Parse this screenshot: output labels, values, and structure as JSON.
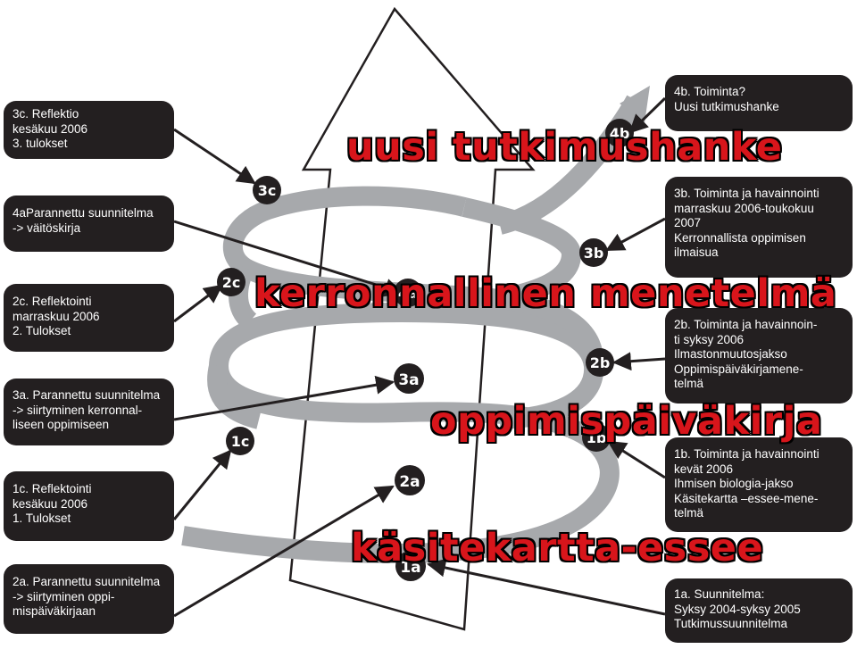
{
  "boxes": {
    "b3c": "3c. Reflektio\nkesäkuu 2006\n3. tulokset",
    "b4a": "4aParannettu suunnitelma\n-> väitöskirja",
    "b2c": "2c. Reflektointi\nmarraskuu 2006\n2. Tulokset",
    "b3a": "3a. Parannettu suunnitelma\n-> siirtyminen kerronnal-\nliseen oppimiseen",
    "b1c": "1c. Reflektointi\nkesäkuu 2006\n1. Tulokset",
    "b2a": "2a. Parannettu suunnitelma\n-> siirtyminen oppi-\nmispäiväkirjaan",
    "b4b": "4b. Toiminta?\nUusi tutkimushanke",
    "b3b": "3b. Toiminta ja havainnointi\nmarraskuu 2006-toukokuu\n2007\nKerronnallista oppimisen\nilmaisua",
    "b2b": "2b. Toiminta ja havainnoin-\nti syksy 2006\nIlmastonmuutosjakso\nOppimispäiväkirjamene-\ntelmä",
    "b1b": "1b. Toiminta ja havainnointi\nkevät 2006\nIhmisen biologia-jakso\nKäsitekartta –essee-mene-\ntelmä",
    "b1a": "1a. Suunnitelma:\nSyksy 2004-syksy 2005\nTutkimussuunnitelma"
  },
  "headings": {
    "h1": "uusi tutkimushanke",
    "h2": "kerronnallinen menetelmä",
    "h3": "oppimispäiväkirja",
    "h4": "käsitekartta-essee"
  },
  "badges": {
    "b4b": "4b",
    "b3c": "3c",
    "b3b": "3b",
    "b2c": "2c",
    "b4a": "4a",
    "b3a": "3a",
    "b2b": "2b",
    "b1c": "1c",
    "b1b": "1b",
    "b2a": "2a",
    "b1a": "1a"
  },
  "colors": {
    "box": "#231f20",
    "heading": "#d8151b",
    "spiral": "#a7a9ac"
  }
}
